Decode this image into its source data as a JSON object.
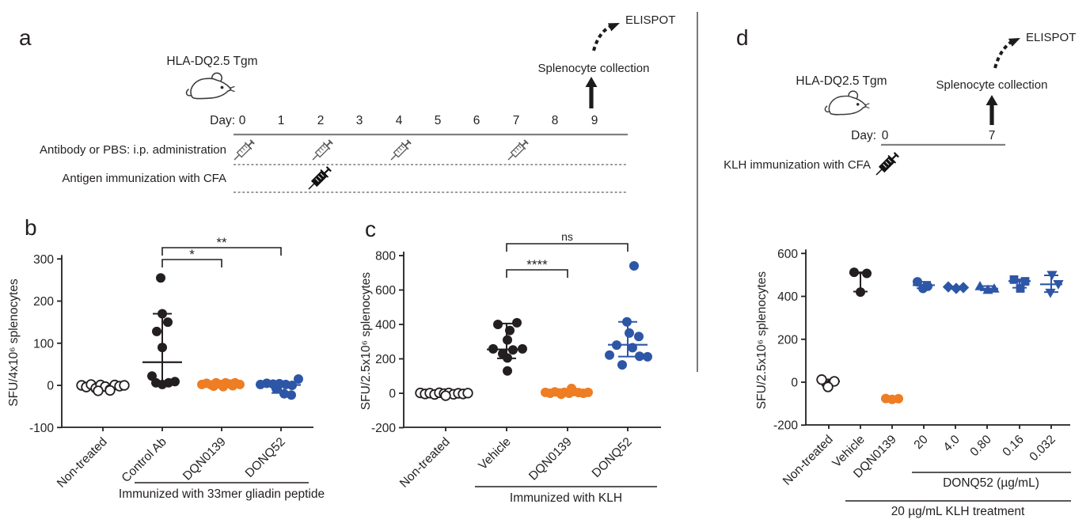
{
  "colors": {
    "black": "#231F20",
    "orange": "#EE7D23",
    "blue": "#2D56A6",
    "gray_line": "#808080",
    "divider": "#58595B"
  },
  "panel_a": {
    "label": "a",
    "strain": "HLA-DQ2.5 Tgm",
    "day_prefix": "Day:",
    "days": [
      "0",
      "1",
      "2",
      "3",
      "4",
      "5",
      "6",
      "7",
      "8",
      "9"
    ],
    "row1_label": "Antibody or PBS: i.p. administration",
    "row2_label": "Antigen immunization with CFA",
    "collection": "Splenocyte collection",
    "elispot": "ELISPOT",
    "syringe_days_row1": [
      0,
      2,
      4,
      7
    ],
    "syringe_days_row2": [
      2
    ]
  },
  "panel_d": {
    "label": "d",
    "strain": "HLA-DQ2.5 Tgm",
    "day_prefix": "Day:",
    "days": [
      "0",
      "7"
    ],
    "row1_label": "KLH immunization with CFA",
    "collection": "Splenocyte collection",
    "elispot": "ELISPOT",
    "syringe_days_row1": [
      0
    ]
  },
  "chart_data": [
    {
      "id": "b",
      "type": "scatter",
      "panel_label": "b",
      "ylabel": "SFU/4x10⁶ splenocytes",
      "yticks": [
        300,
        200,
        100,
        0,
        -100
      ],
      "ylim": [
        -100,
        320
      ],
      "grid": false,
      "categories": [
        "Non-treated",
        "Control Ab",
        "DQN0139",
        "DONQ52"
      ],
      "group_notes": [
        "Immunized with 33mer gliadin peptide"
      ],
      "significance": [
        {
          "from": 1,
          "to": 2,
          "label": "*"
        },
        {
          "from": 1,
          "to": 3,
          "label": "**"
        }
      ],
      "groups": [
        {
          "name": "Non-treated",
          "marker": "circle-open",
          "color_key": "black",
          "median": -1,
          "err_lo": -6,
          "err_hi": 2,
          "points": [
            [
              -27,
              0
            ],
            [
              -21,
              -4
            ],
            [
              -15,
              2
            ],
            [
              -9,
              -7
            ],
            [
              -3,
              1
            ],
            [
              3,
              -3
            ],
            [
              9,
              -10
            ],
            [
              15,
              1
            ],
            [
              21,
              -2
            ],
            [
              27,
              0
            ],
            [
              -6,
              -13
            ],
            [
              9,
              -12
            ]
          ]
        },
        {
          "name": "Control Ab",
          "marker": "circle",
          "color_key": "black",
          "median": 55,
          "err_lo": 2,
          "err_hi": 170,
          "points": [
            [
              -2,
              255
            ],
            [
              0,
              170
            ],
            [
              7,
              150
            ],
            [
              -7,
              128
            ],
            [
              0,
              90
            ],
            [
              -13,
              22
            ],
            [
              -8,
              6
            ],
            [
              0,
              2
            ],
            [
              8,
              6
            ],
            [
              16,
              9
            ]
          ]
        },
        {
          "name": "DQN0139",
          "marker": "circle",
          "color_key": "orange",
          "median": 3,
          "err_lo": 0,
          "err_hi": 6,
          "points": [
            [
              -25,
              2
            ],
            [
              -19,
              5
            ],
            [
              -13,
              1
            ],
            [
              -7,
              6
            ],
            [
              -1,
              2
            ],
            [
              5,
              6
            ],
            [
              11,
              3
            ],
            [
              17,
              6
            ],
            [
              23,
              2
            ],
            [
              -10,
              -2
            ],
            [
              2,
              -3
            ],
            [
              14,
              -1
            ]
          ]
        },
        {
          "name": "DONQ52",
          "marker": "circle",
          "color_key": "blue",
          "median": 1,
          "err_lo": -18,
          "err_hi": 4,
          "points": [
            [
              -26,
              2
            ],
            [
              -18,
              5
            ],
            [
              -10,
              3
            ],
            [
              -2,
              4
            ],
            [
              6,
              2
            ],
            [
              14,
              0
            ],
            [
              22,
              15
            ],
            [
              -6,
              -8
            ],
            [
              4,
              -20
            ],
            [
              13,
              -23
            ]
          ]
        }
      ]
    },
    {
      "id": "c",
      "type": "scatter",
      "panel_label": "c",
      "ylabel": "SFU/2.5x10⁶ splenocytes",
      "yticks": [
        800,
        600,
        400,
        200,
        0,
        -200
      ],
      "ylim": [
        -200,
        820
      ],
      "grid": false,
      "categories": [
        "Non-treated",
        "Vehicle",
        "DQN0139",
        "DONQ52"
      ],
      "group_notes": [
        "Immunized with KLH"
      ],
      "significance": [
        {
          "from": 1,
          "to": 2,
          "label": "****"
        },
        {
          "from": 1,
          "to": 3,
          "label": "ns"
        }
      ],
      "groups": [
        {
          "name": "Non-treated",
          "marker": "circle-open",
          "color_key": "black",
          "median": -1,
          "err_lo": -6,
          "err_hi": 3,
          "points": [
            [
              -32,
              2
            ],
            [
              -26,
              -4
            ],
            [
              -20,
              1
            ],
            [
              -14,
              -7
            ],
            [
              -8,
              3
            ],
            [
              -2,
              -2
            ],
            [
              4,
              2
            ],
            [
              10,
              -6
            ],
            [
              16,
              0
            ],
            [
              22,
              -4
            ],
            [
              28,
              1
            ],
            [
              0,
              -14
            ]
          ]
        },
        {
          "name": "Vehicle",
          "marker": "circle",
          "color_key": "black",
          "median": 255,
          "err_lo": 203,
          "err_hi": 405,
          "points": [
            [
              -11,
              400
            ],
            [
              13,
              410
            ],
            [
              4,
              365
            ],
            [
              1,
              310
            ],
            [
              -17,
              258
            ],
            [
              8,
              252
            ],
            [
              20,
              258
            ],
            [
              -5,
              230
            ],
            [
              1,
              205
            ],
            [
              1,
              130
            ]
          ]
        },
        {
          "name": "DQN0139",
          "marker": "circle",
          "color_key": "orange",
          "median": 4,
          "err_lo": 0,
          "err_hi": 8,
          "points": [
            [
              -28,
              5
            ],
            [
              -22,
              0
            ],
            [
              -16,
              8
            ],
            [
              -10,
              2
            ],
            [
              -4,
              6
            ],
            [
              2,
              0
            ],
            [
              8,
              10
            ],
            [
              14,
              4
            ],
            [
              20,
              0
            ],
            [
              26,
              5
            ],
            [
              5,
              28
            ],
            [
              -8,
              -6
            ]
          ]
        },
        {
          "name": "DONQ52",
          "marker": "circle",
          "color_key": "blue",
          "median": 282,
          "err_lo": 213,
          "err_hi": 415,
          "points": [
            [
              8,
              740
            ],
            [
              -1,
              415
            ],
            [
              2,
              350
            ],
            [
              14,
              330
            ],
            [
              -14,
              280
            ],
            [
              6,
              265
            ],
            [
              -23,
              222
            ],
            [
              15,
              215
            ],
            [
              25,
              212
            ],
            [
              -7,
              165
            ]
          ]
        }
      ]
    },
    {
      "id": "d",
      "type": "scatter",
      "panel_label": "d",
      "ylabel": "SFU/2.5x10⁶ splenocytes",
      "yticks": [
        600,
        400,
        200,
        0,
        -200
      ],
      "ylim": [
        -200,
        620
      ],
      "grid": false,
      "categories": [
        "Non-treated",
        "Vehicle",
        "DQN0139",
        "20",
        "4.0",
        "0.80",
        "0.16",
        "0.032"
      ],
      "group_notes": [
        "DONQ52 (µg/mL)",
        "20 µg/mL KLH treatment"
      ],
      "significance": [],
      "groups": [
        {
          "name": "Non-treated",
          "marker": "circle-open",
          "color_key": "black",
          "median": 4,
          "err_lo": -16,
          "err_hi": 13,
          "points": [
            [
              -9,
              12
            ],
            [
              7,
              4
            ],
            [
              -1,
              -22
            ]
          ]
        },
        {
          "name": "Vehicle",
          "marker": "circle",
          "color_key": "black",
          "median": 508,
          "err_lo": 422,
          "err_hi": 512,
          "points": [
            [
              -8,
              512
            ],
            [
              8,
              507
            ],
            [
              0,
              420
            ]
          ]
        },
        {
          "name": "DQN0139",
          "marker": "circle",
          "color_key": "orange",
          "median": -78,
          "err_lo": -81,
          "err_hi": -75,
          "points": [
            [
              -8,
              -76
            ],
            [
              0,
              -80
            ],
            [
              8,
              -77
            ]
          ]
        },
        {
          "name": "DONQ52 20",
          "marker": "circle",
          "color_key": "blue",
          "median": 452,
          "err_lo": 438,
          "err_hi": 468,
          "points": [
            [
              -8,
              468
            ],
            [
              5,
              447
            ],
            [
              -1,
              437
            ]
          ]
        },
        {
          "name": "DONQ52 4.0",
          "marker": "diamond",
          "color_key": "blue",
          "median": 441,
          "err_lo": 436,
          "err_hi": 446,
          "points": [
            [
              -9,
              444
            ],
            [
              1,
              437
            ],
            [
              10,
              441
            ]
          ]
        },
        {
          "name": "DONQ52 0.80",
          "marker": "triangle-up",
          "color_key": "blue",
          "median": 436,
          "err_lo": 428,
          "err_hi": 448,
          "points": [
            [
              -9,
              447
            ],
            [
              1,
              430
            ],
            [
              9,
              436
            ]
          ]
        },
        {
          "name": "DONQ52 0.16",
          "marker": "square",
          "color_key": "blue",
          "median": 471,
          "err_lo": 440,
          "err_hi": 479,
          "points": [
            [
              -7,
              478
            ],
            [
              7,
              470
            ],
            [
              1,
              437
            ]
          ]
        },
        {
          "name": "DONQ52 0.032",
          "marker": "triangle-down",
          "color_key": "blue",
          "median": 456,
          "err_lo": 420,
          "err_hi": 498,
          "points": [
            [
              1,
              500
            ],
            [
              9,
              457
            ],
            [
              -1,
              417
            ]
          ]
        }
      ]
    }
  ]
}
